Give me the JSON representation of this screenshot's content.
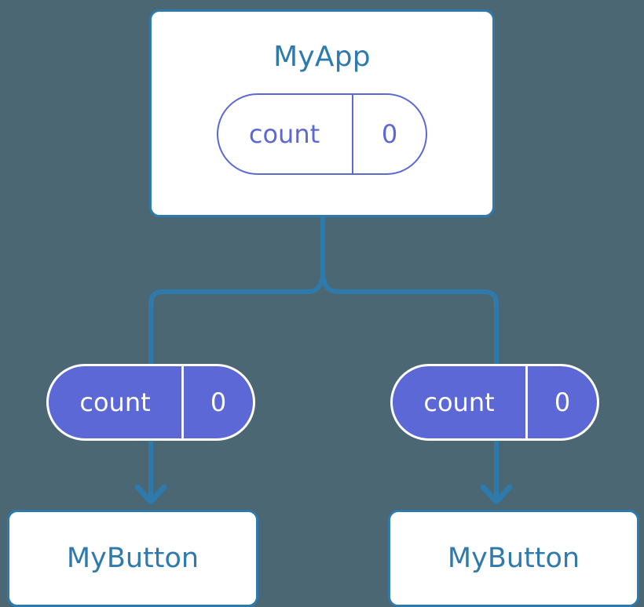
{
  "background_color": "#4b6773",
  "accent_blue": "#2f7aac",
  "accent_purple": "#5b68d6",
  "diagram": {
    "root": {
      "title": "MyApp",
      "state_pill": {
        "key": "count",
        "value": "0",
        "style": "outlined"
      }
    },
    "children": [
      {
        "state_pill": {
          "key": "count",
          "value": "0",
          "style": "filled"
        },
        "component": {
          "label": "MyButton"
        }
      },
      {
        "state_pill": {
          "key": "count",
          "value": "0",
          "style": "filled"
        },
        "component": {
          "label": "MyButton"
        }
      }
    ],
    "connectors": {
      "fork_stem": "vertical-line-from-parent",
      "fork_branches": 2,
      "arrow_style": "chevron-arrowhead-down"
    }
  }
}
